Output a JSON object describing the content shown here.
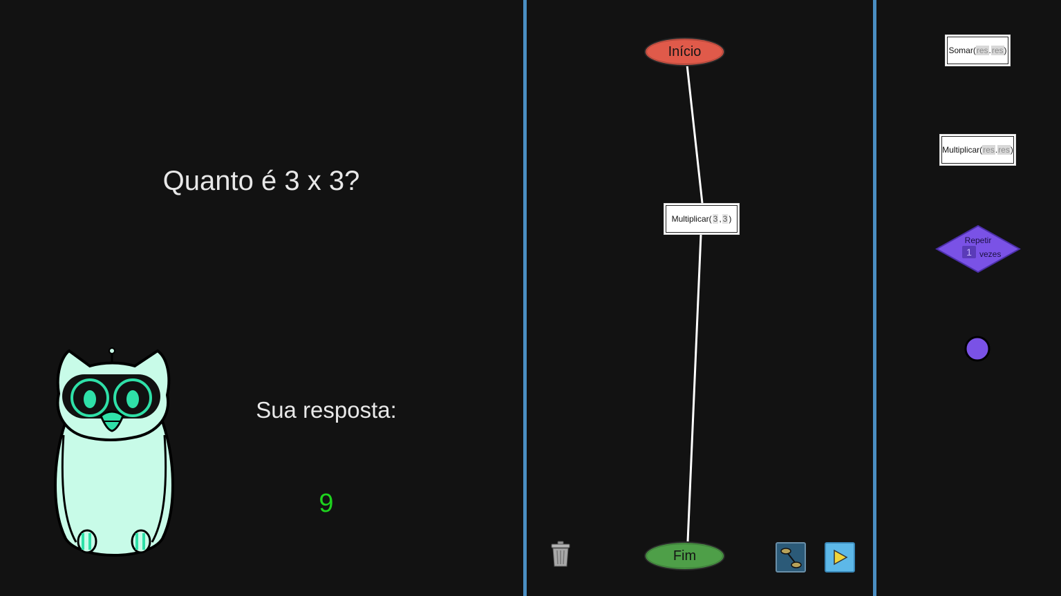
{
  "question": "Quanto é 3 x 3?",
  "answer_label": "Sua resposta:",
  "answer_value": "9",
  "flow": {
    "start_label": "Início",
    "end_label": "Fim",
    "block": {
      "function": "Multiplicar(",
      "arg1": "3",
      "sep": ",",
      "arg2": "3",
      "close": ")"
    }
  },
  "palette": {
    "sum": {
      "function": "Somar(",
      "arg1": "res",
      "sep": ".",
      "arg2": "res",
      "close": ")"
    },
    "multiply": {
      "function": "Multiplicar(",
      "arg1": "res",
      "sep": ".",
      "arg2": "res",
      "close": ")"
    },
    "repeat": {
      "label": "Repetir",
      "count": "1",
      "unit": "vezes"
    }
  },
  "colors": {
    "background": "#121212",
    "divider": "#4a8ec2",
    "start": "#e05a4a",
    "end": "#4e9f48",
    "repeat": "#7a52e6",
    "answer": "#1ed21e",
    "robot": "#c8fbe8"
  },
  "icons": [
    "owl-robot-icon",
    "trash-icon",
    "flowchart-icon",
    "play-icon",
    "connector-dot-icon"
  ]
}
